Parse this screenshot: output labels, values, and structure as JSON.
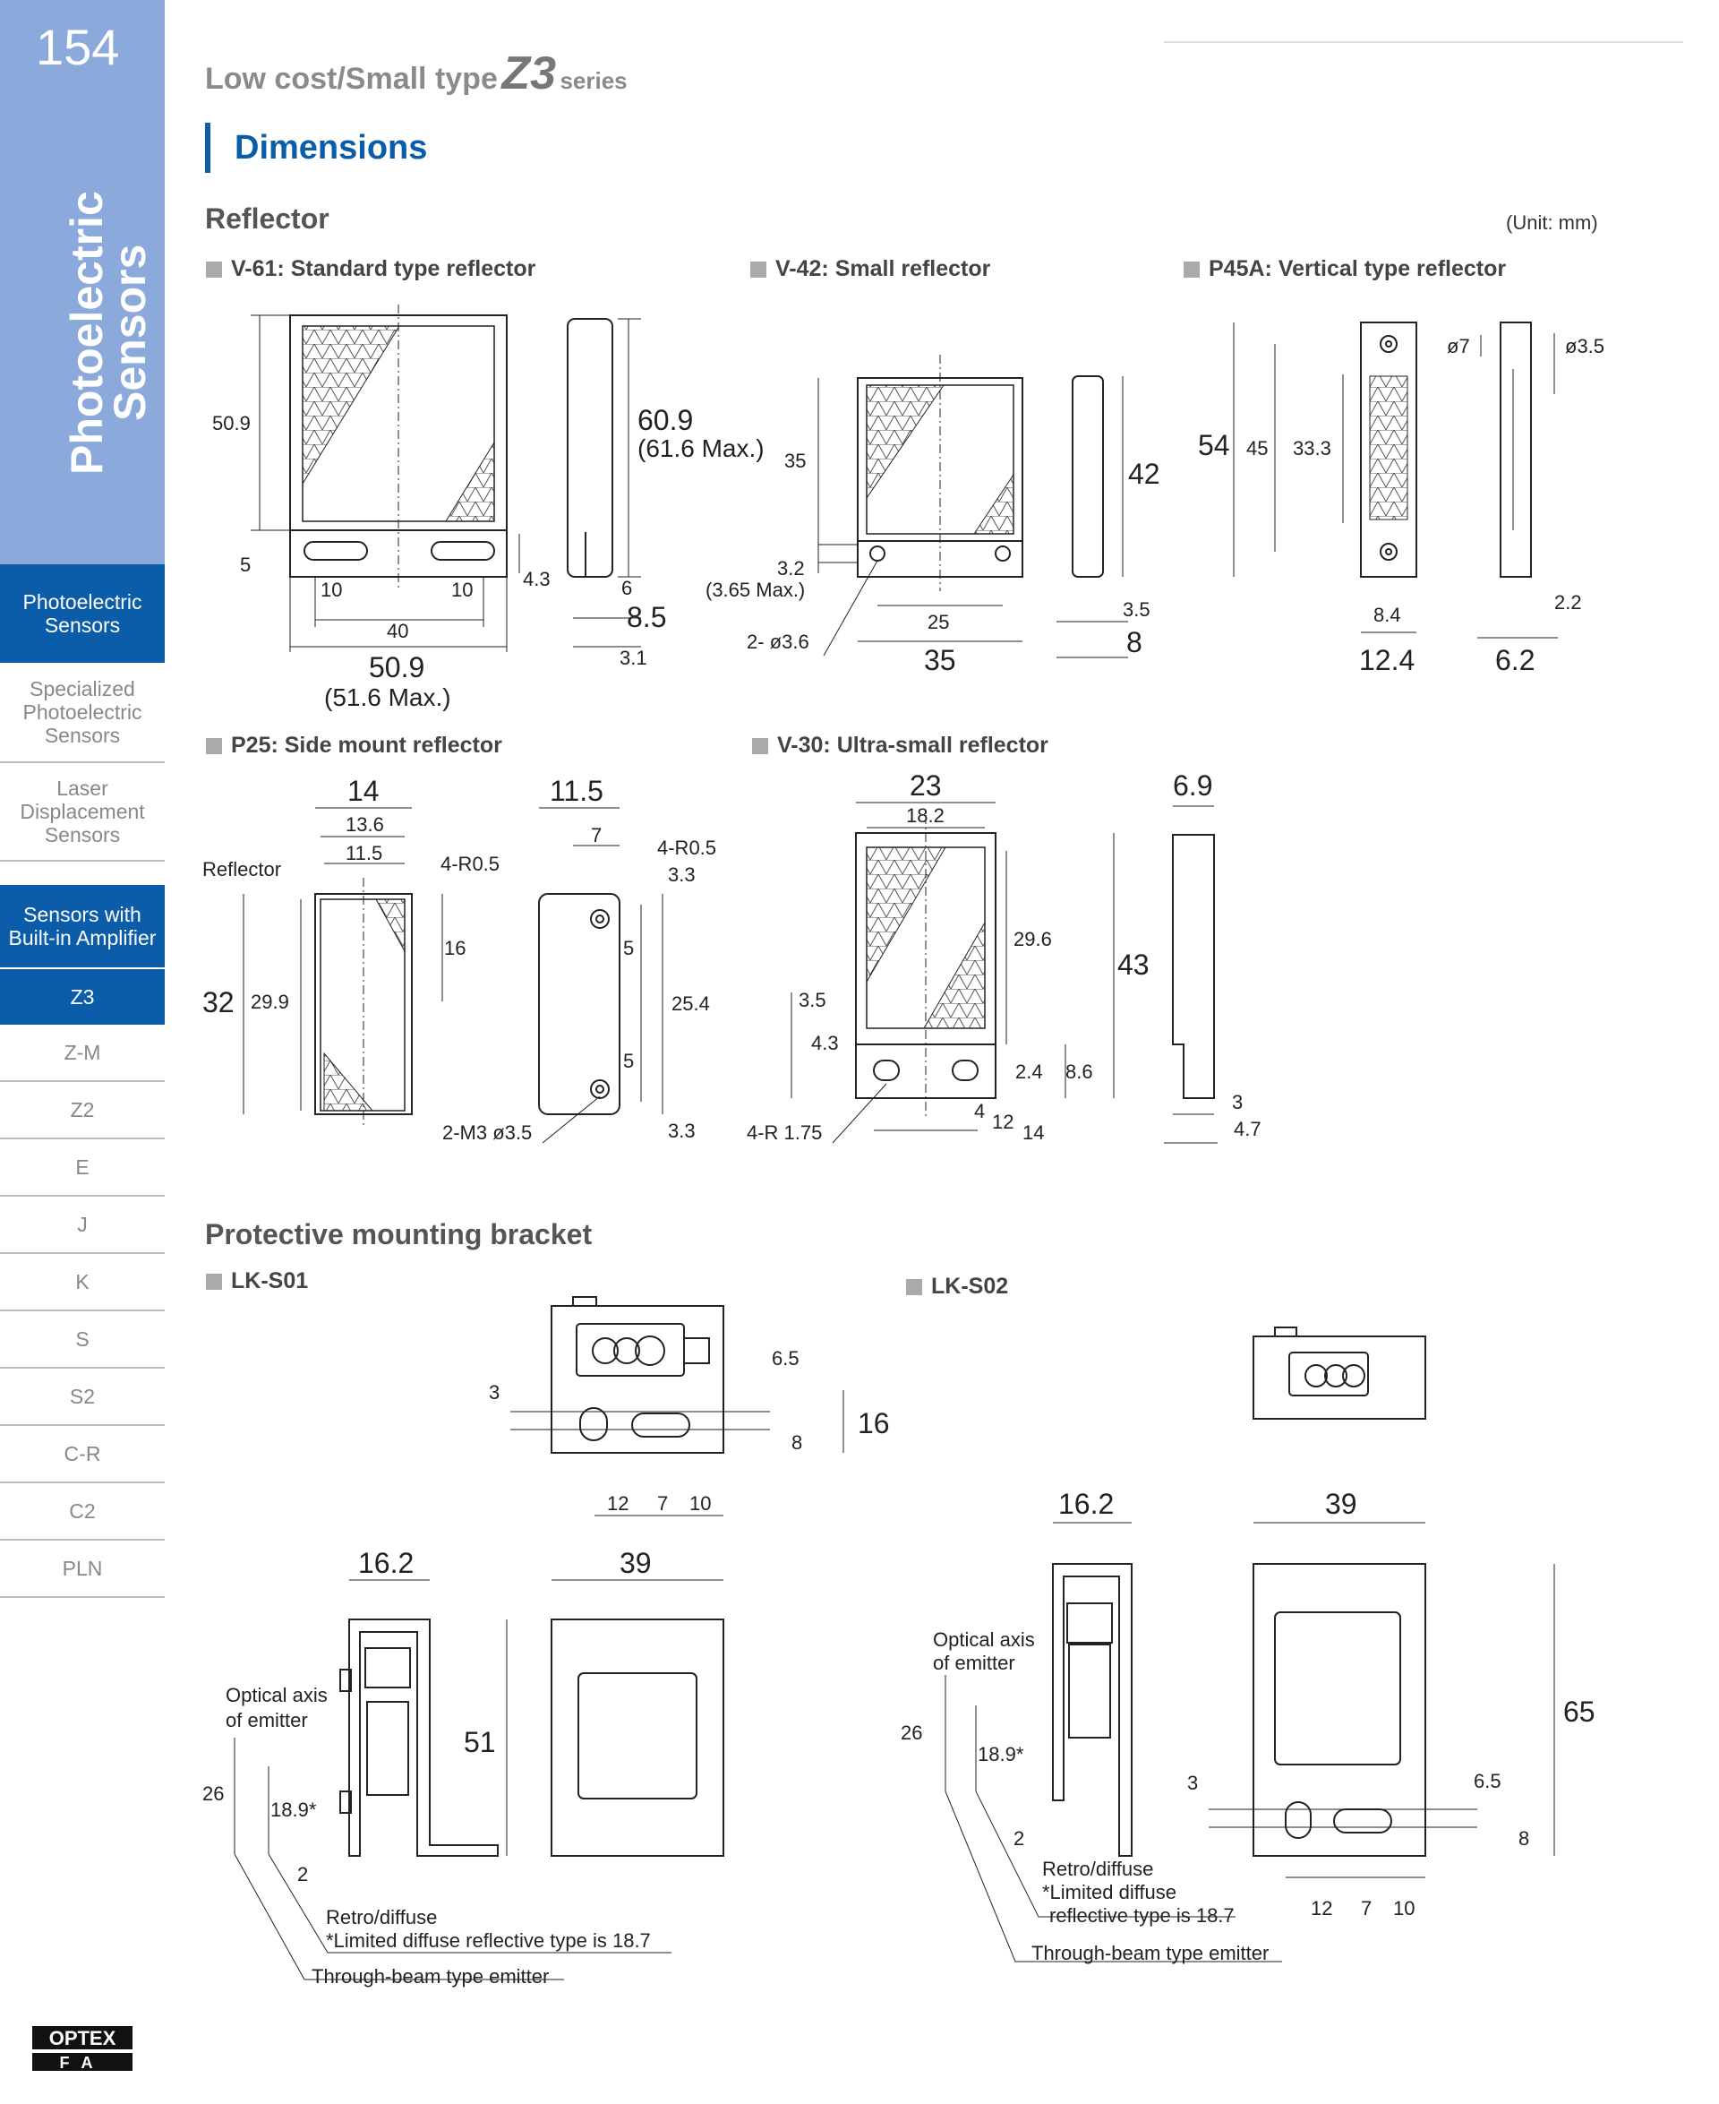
{
  "page": {
    "number": "154"
  },
  "sidebar": {
    "title_line1": "Photoelectric",
    "title_line2": "Sensors",
    "nav": [
      {
        "label": "Photoelectric Sensors"
      },
      {
        "label": "Specialized Photoelectric Sensors"
      },
      {
        "label": "Laser Displacement Sensors"
      },
      {
        "label": "Sensors with Built-in Amplifier"
      },
      {
        "label": "Z3"
      },
      {
        "label": "Z-M"
      },
      {
        "label": "Z2"
      },
      {
        "label": "E"
      },
      {
        "label": "J"
      },
      {
        "label": "K"
      },
      {
        "label": "S"
      },
      {
        "label": "S2"
      },
      {
        "label": "C-R"
      },
      {
        "label": "C2"
      },
      {
        "label": "PLN"
      }
    ],
    "logo_text": "OPTEX FA"
  },
  "header": {
    "prefix": "Low cost/Small type",
    "series_code": "Z3",
    "suffix": "series"
  },
  "section_title": "Dimensions",
  "reflector": {
    "title": "Reflector",
    "unit": "(Unit: mm)",
    "v61": {
      "label": "V-61: Standard type reflector",
      "dims": {
        "h": "50.9",
        "side_h": "60.9",
        "side_h_max": "(61.6 Max.)",
        "hole_off": "5",
        "d43": "4.3",
        "d10a": "10",
        "d10b": "10",
        "d6": "6",
        "w40": "40",
        "d85": "8.5",
        "d31": "3.1",
        "w": "50.9",
        "w_max": "(51.6 Max.)"
      }
    },
    "v42": {
      "label": "V-42: Small reflector",
      "dims": {
        "h35": "35",
        "d32": "3.2",
        "d365": "(3.65 Max.)",
        "holes": "2- ø3.6",
        "w25": "25",
        "w35": "35",
        "h42": "42",
        "d35": "3.5",
        "d8": "8"
      }
    },
    "p45a": {
      "label": "P45A: Vertical type reflector",
      "dims": {
        "h54": "54",
        "h45": "45",
        "h333": "33.3",
        "d7": "ø7",
        "d35": "ø3.5",
        "w84": "8.4",
        "w124": "12.4",
        "d22": "2.2",
        "w62": "6.2"
      }
    },
    "p25": {
      "label": "P25: Side mount reflector",
      "dims": {
        "w14": "14",
        "w136": "13.6",
        "w115": "11.5",
        "reflector": "Reflector",
        "r05": "4-R0.5",
        "h16": "16",
        "h32": "32",
        "h299": "29.9",
        "sw115": "11.5",
        "s7": "7",
        "sr05": "4-R0.5",
        "s33a": "3.3",
        "s5a": "5",
        "s254": "25.4",
        "s5b": "5",
        "s33b": "3.3",
        "m3": "2-M3 ø3.5"
      }
    },
    "v30": {
      "label": "V-30: Ultra-small reflector",
      "dims": {
        "w23": "23",
        "w182": "18.2",
        "h296": "29.6",
        "h43": "43",
        "d35": "3.5",
        "d43": "4.3",
        "d24": "2.4",
        "d86": "8.6",
        "r175": "4-R 1.75",
        "d4": "4",
        "d12": "12",
        "d14": "14",
        "s69": "6.9",
        "s3": "3",
        "s47": "4.7"
      }
    }
  },
  "bracket": {
    "title": "Protective mounting bracket",
    "lks01": {
      "label": "LK-S01",
      "dims": {
        "d3": "3",
        "d65": "6.5",
        "d16": "16",
        "d8": "8",
        "d12": "12",
        "d7": "7",
        "d10": "10",
        "w162": "16.2",
        "w39": "39",
        "h51": "51",
        "h26": "26",
        "h189": "18.9*",
        "d2": "2",
        "optical": "Optical axis",
        "of_emitter": "of emitter",
        "retro": "Retro/diffuse",
        "limited": "*Limited diffuse reflective type is 18.7",
        "through": "Through-beam type emitter"
      }
    },
    "lks02": {
      "label": "LK-S02",
      "dims": {
        "w162": "16.2",
        "w39": "39",
        "h65": "65",
        "h26": "26",
        "h189": "18.9*",
        "d2": "2",
        "d3": "3",
        "d65": "6.5",
        "d8": "8",
        "d12": "12",
        "d7": "7",
        "d10": "10",
        "optical": "Optical axis",
        "of_emitter": "of emitter",
        "retro": "Retro/diffuse",
        "limited1": "*Limited diffuse",
        "limited2": "reflective type is 18.7",
        "through": "Through-beam type emitter"
      }
    }
  }
}
